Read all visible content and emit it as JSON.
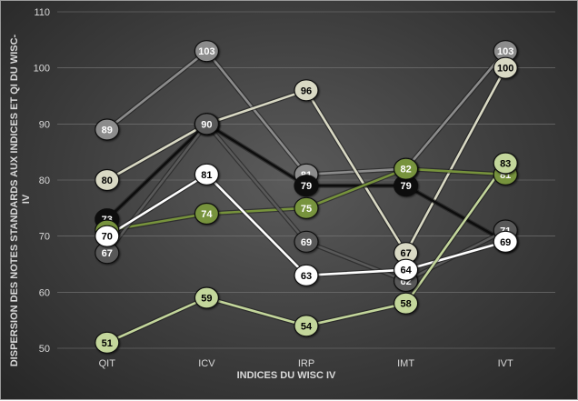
{
  "chart_data": {
    "type": "line",
    "title": "",
    "xlabel": "INDICES DU WISC IV",
    "ylabel": "DISPERSION DES NOTES STANDARDS AUX INDICES ET QI DU WISC-IV",
    "ylabel_lines": [
      "DISPERSION DES NOTES STANDARDS AUX INDICES ET QI DU WISC-",
      "IV"
    ],
    "categories": [
      "QIT",
      "ICV",
      "IRP",
      "IMT",
      "IVT"
    ],
    "ylim": [
      50,
      110
    ],
    "yticks": [
      "50",
      "60",
      "70",
      "80",
      "90",
      "100",
      "110"
    ],
    "grid": true,
    "legend": "none",
    "series": [
      {
        "values": [
          89,
          103,
          81,
          82,
          103
        ],
        "color": "#8c8c8c",
        "text": "#ffffff"
      },
      {
        "values": [
          80,
          90,
          96,
          67,
          100
        ],
        "color": "#d9d9c4",
        "text": "#000000"
      },
      {
        "values": [
          73,
          90,
          79,
          79,
          69
        ],
        "color": "#0d0d0d",
        "text": "#ffffff"
      },
      {
        "values": [
          71,
          74,
          75,
          82,
          81
        ],
        "color": "#77933c",
        "text": "#ffffff"
      },
      {
        "values": [
          67,
          90,
          69,
          62,
          71
        ],
        "color": "#595959",
        "text": "#ffffff"
      },
      {
        "values": [
          70,
          81,
          63,
          64,
          69
        ],
        "color": "#ffffff",
        "text": "#000000"
      },
      {
        "values": [
          51,
          59,
          54,
          58,
          83
        ],
        "color": "#c3d69b",
        "text": "#000000"
      }
    ]
  }
}
